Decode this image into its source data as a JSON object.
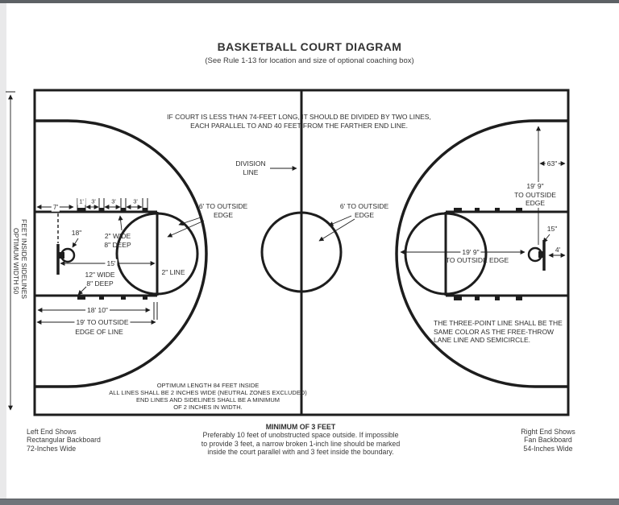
{
  "header": {
    "title": "BASKETBALL COURT DIAGRAM",
    "subtitle": "(See Rule 1-13 for location and size of optional coaching box)"
  },
  "court": {
    "top_note": [
      "IF COURT IS LESS THAN 74-FEET LONG, IT SHOULD BE DIVIDED BY TWO LINES,",
      "EACH PARALLEL TO AND 40 FEET FROM THE FARTHER END LINE."
    ],
    "division_label": [
      "DIVISION",
      "LINE"
    ],
    "six_left": [
      "6' TO OUTSIDE",
      "EDGE"
    ],
    "six_center": [
      "6' TO OUTSIDE",
      "EDGE"
    ],
    "width_label": [
      "OPTIMUM WIDTH 50",
      "FEET INSIDE SIDELINES"
    ],
    "length_note": [
      "OPTIMUM LENGTH 84 FEET INSIDE",
      "ALL LINES SHALL BE 2 INCHES WIDE (NEUTRAL ZONES EXCLUDED)",
      "END LINES AND SIDELINES SHALL BE A MINIMUM",
      "OF 2 INCHES IN WIDTH."
    ],
    "three_point_note": [
      "THE THREE-POINT LINE SHALL BE THE",
      "SAME COLOR AS THE FREE-THROW",
      "LANE LINE AND SEMICIRCLE."
    ],
    "left_dims": {
      "baseline_seven": "7'",
      "space_one": "1'",
      "space_three_1": "3'",
      "space_three_2": "3'",
      "space_three_3": "3'",
      "rim_diameter": "18\"",
      "block_upper_1": "2\" WIDE",
      "block_upper_2": "8\" DEEP",
      "lane_fifteen": "15'",
      "block_lower_1": "12\" WIDE",
      "block_lower_2": "8\" DEEP",
      "two_inch_line": "2\" LINE",
      "eighteen_ten": "18' 10\"",
      "nineteen_1": "19' TO OUTSIDE",
      "nineteen_2": "EDGE OF LINE"
    },
    "right_dims": {
      "sixty_three": "63\"",
      "arc_v_1": "19' 9\"",
      "arc_v_2": "TO OUTSIDE",
      "arc_v_3": "EDGE",
      "backboard_fifteen": "15\"",
      "arc_h_1": "19' 9\"",
      "arc_h_2": "TO OUTSIDE EDGE",
      "four_feet": "4'"
    }
  },
  "footer": {
    "left_end": [
      "Left End Shows",
      "Rectangular Backboard",
      "72-Inches Wide"
    ],
    "minimum_title": "MINIMUM OF 3 FEET",
    "minimum_note": [
      "Preferably 10 feet of unobstructed space outside. If impossible",
      "to provide 3 feet, a narrow broken 1-inch line should be marked",
      "inside the court parallel with and 3 feet inside the boundary."
    ],
    "right_end": [
      "Right End Shows",
      "Fan Backboard",
      "54-Inches Wide"
    ]
  },
  "colors": {
    "line": "#1d1d1d",
    "text": "#2d2d2d",
    "background": "#ffffff",
    "edge_strip": "#e9e9ea",
    "top_bar": "#5d6165",
    "bottom_bar": "#70747a"
  }
}
